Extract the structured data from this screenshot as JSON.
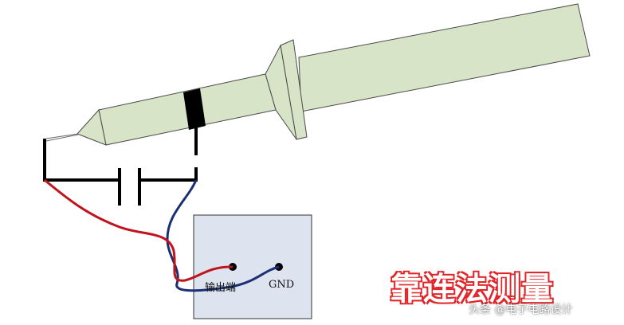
{
  "colors": {
    "probe_body": "#d8e4c8",
    "probe_outline": "#4a4a4a",
    "board_fill": "#dde4f0",
    "red_wire": "#c0141c",
    "blue_wire": "#1b2f73",
    "black": "#000000",
    "title_red": "#e1282c"
  },
  "labels": {
    "output_terminal": "输出端",
    "gnd": "GND"
  },
  "title": "靠连法测量",
  "watermark": "头条 @电子电路设计"
}
